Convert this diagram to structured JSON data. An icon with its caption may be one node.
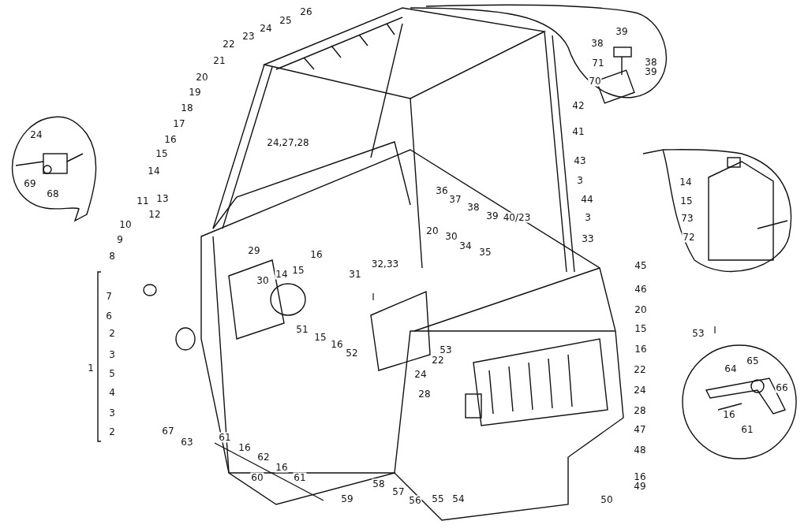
{
  "diagram": {
    "labels": [
      "26",
      "25",
      "24",
      "23",
      "22",
      "21",
      "20",
      "19",
      "18",
      "17",
      "16",
      "15",
      "14",
      "13",
      "12",
      "11",
      "10",
      "9",
      "8",
      "24",
      "69",
      "68",
      "24,27,28",
      "39",
      "38",
      "71",
      "70",
      "38",
      "39",
      "42",
      "41",
      "43",
      "3",
      "36",
      "37",
      "38",
      "39",
      "40/23",
      "44",
      "3",
      "33",
      "14",
      "15",
      "73",
      "72",
      "29",
      "30",
      "15",
      "14",
      "16",
      "32,33",
      "31",
      "20",
      "30",
      "34",
      "35",
      "I",
      "7",
      "6",
      "2",
      "3",
      "5",
      "4",
      "3",
      "2",
      "1",
      "51",
      "15",
      "16",
      "52",
      "53",
      "22",
      "24",
      "28",
      "45",
      "46",
      "20",
      "15",
      "16",
      "22",
      "24",
      "28",
      "47",
      "48",
      "53",
      "I",
      "64",
      "65",
      "66",
      "16",
      "61",
      "67",
      "63",
      "61",
      "16",
      "62",
      "16",
      "61",
      "60",
      "59",
      "58",
      "57",
      "56",
      "55",
      "54",
      "16",
      "49",
      "50"
    ]
  }
}
